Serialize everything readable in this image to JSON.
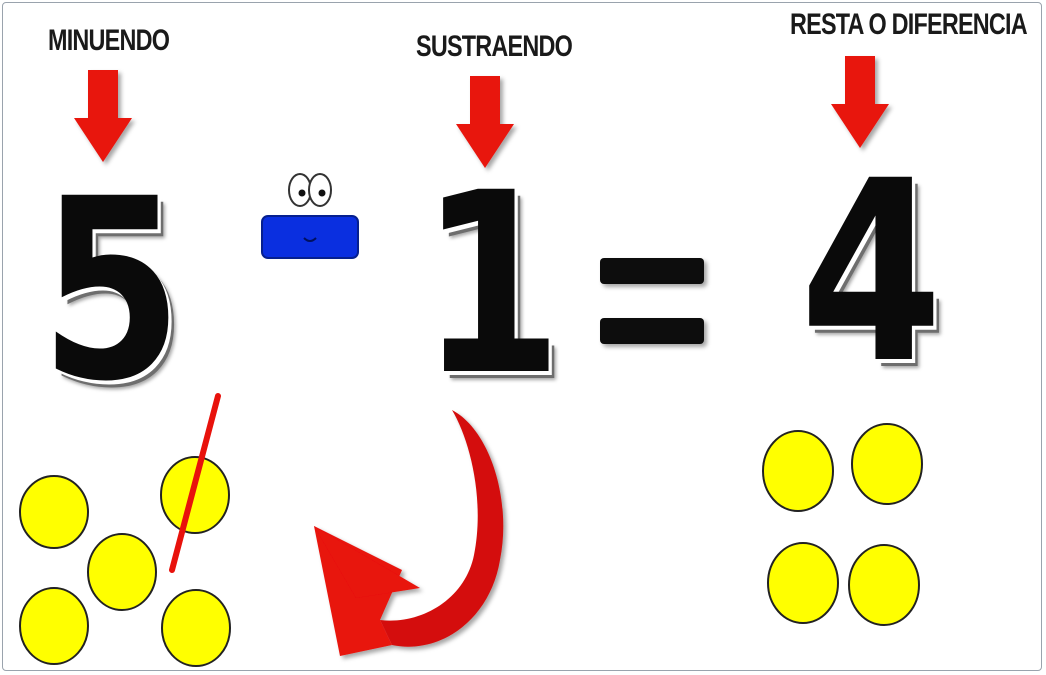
{
  "labels": {
    "minuend": "MINUENDO",
    "subtrahend": "SUSTRAENDO",
    "difference": "RESTA O DIFERENCIA"
  },
  "equation": {
    "minuend_value": "5",
    "subtrahend_value": "1",
    "equals_sign": "=",
    "difference_value": "4"
  },
  "colors": {
    "arrow_red": "#e8120c",
    "coin_yellow": "#ffff00",
    "minus_blue": "#0a2fe0",
    "digit_black": "#0a0a0a"
  },
  "icons": [
    "down-arrow-icon",
    "minus-sign-with-eyes-icon",
    "curved-return-arrow-icon",
    "strike-line-icon"
  ],
  "groups": {
    "minuend_coins": 5,
    "crossed_out_coins": 1,
    "difference_coins": 4
  }
}
